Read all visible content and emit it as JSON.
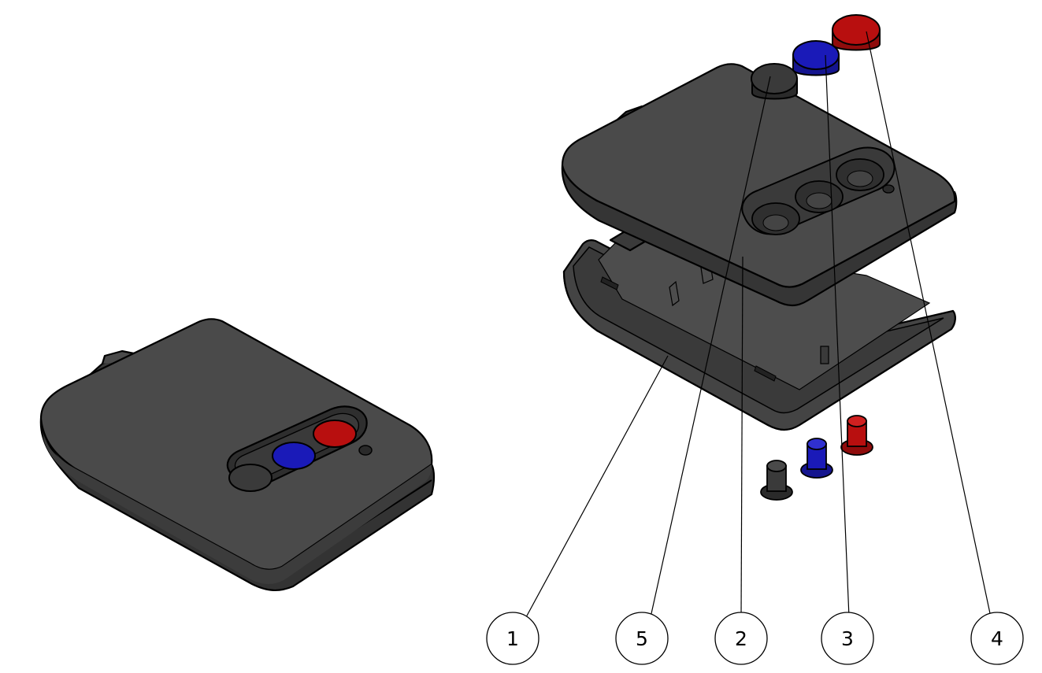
{
  "drawing": {
    "views": [
      "assembled-view",
      "exploded-view"
    ],
    "colors": {
      "housing": "#4a4a4a",
      "housing_shade": "#2c2c2c",
      "housing_light": "#5a5a5a",
      "button_black": "#3a3a3a",
      "button_blue": "#1a1ab8",
      "button_red": "#b80f0f",
      "outline": "#000000"
    }
  },
  "balloons": [
    {
      "label": "1",
      "part": "bottom-housing"
    },
    {
      "label": "5",
      "part": "black-button-cap"
    },
    {
      "label": "2",
      "part": "top-cover"
    },
    {
      "label": "3",
      "part": "blue-button-cap"
    },
    {
      "label": "4",
      "part": "red-button-cap"
    }
  ]
}
